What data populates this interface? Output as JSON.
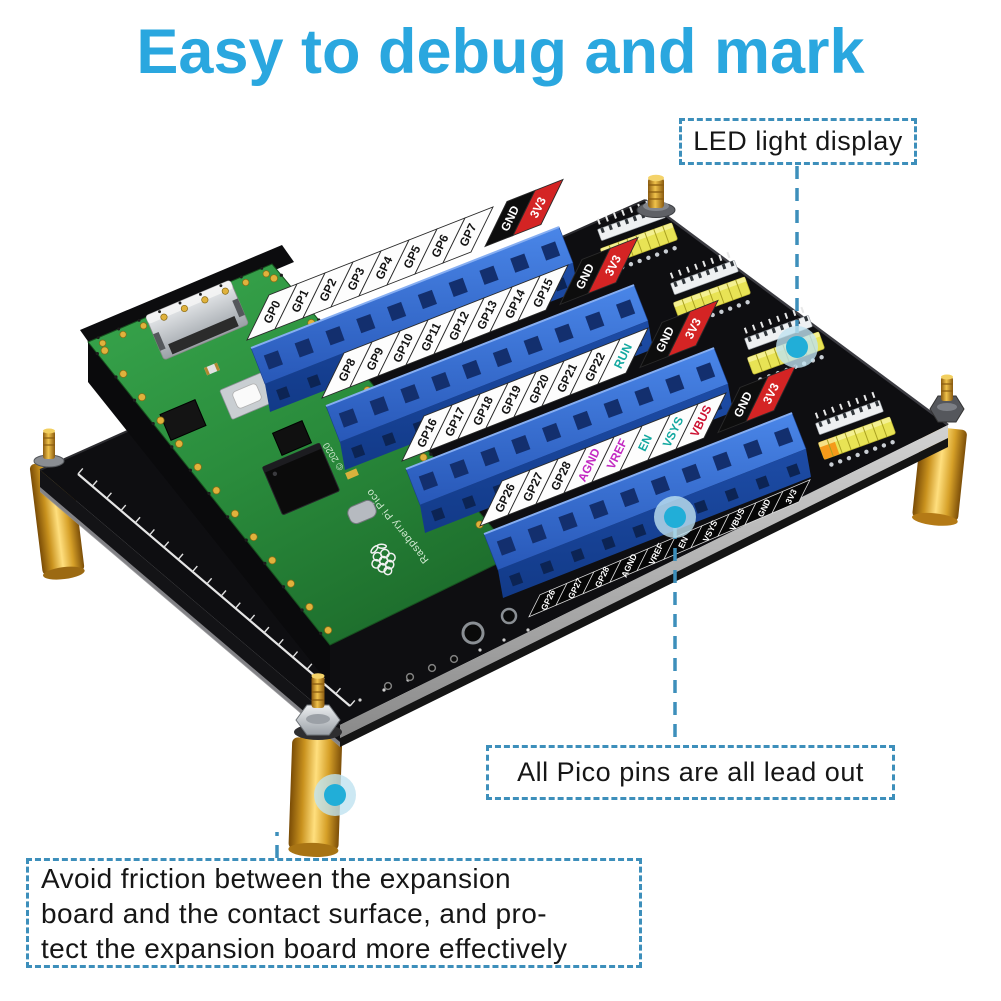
{
  "title": {
    "text": "Easy to debug and mark",
    "color": "#2aa7df"
  },
  "callouts": {
    "led_label": "LED light display",
    "pins_label": "All Pico pins are all lead out",
    "bottom_note_lines": [
      "Avoid friction between the expansion",
      "board and the contact surface, and pro-",
      "tect the expansion board more effectively"
    ]
  },
  "board": {
    "pico_silkscreen": "Raspberry Pi Pico",
    "pico_year": "© 2020",
    "terminal_rows": [
      {
        "name": "row-gp0-gp7",
        "labels": [
          {
            "t": "GP0"
          },
          {
            "t": "GP1"
          },
          {
            "t": "GP2"
          },
          {
            "t": "GP3"
          },
          {
            "t": "GP4"
          },
          {
            "t": "GP5"
          },
          {
            "t": "GP6"
          },
          {
            "t": "GP7"
          },
          {
            "t": "GND",
            "bg": "#0d0d0d",
            "fg": "#ffffff",
            "gap": true
          },
          {
            "t": "3V3",
            "bg": "#d42424",
            "fg": "#ffffff"
          }
        ]
      },
      {
        "name": "row-gp8-gp15",
        "labels": [
          {
            "t": "GP8"
          },
          {
            "t": "GP9"
          },
          {
            "t": "GP10"
          },
          {
            "t": "GP11"
          },
          {
            "t": "GP12"
          },
          {
            "t": "GP13"
          },
          {
            "t": "GP14"
          },
          {
            "t": "GP15"
          },
          {
            "t": "GND",
            "bg": "#0d0d0d",
            "fg": "#ffffff",
            "gap": true
          },
          {
            "t": "3V3",
            "bg": "#d42424",
            "fg": "#ffffff"
          }
        ]
      },
      {
        "name": "row-gp16-gp22",
        "labels": [
          {
            "t": "GP16"
          },
          {
            "t": "GP17"
          },
          {
            "t": "GP18"
          },
          {
            "t": "GP19"
          },
          {
            "t": "GP20"
          },
          {
            "t": "GP21"
          },
          {
            "t": "GP22"
          },
          {
            "t": "RUN",
            "fg": "#12a8a0"
          },
          {
            "t": "GND",
            "bg": "#0d0d0d",
            "fg": "#ffffff",
            "gap": true
          },
          {
            "t": "3V3",
            "bg": "#d42424",
            "fg": "#ffffff"
          }
        ]
      },
      {
        "name": "row-gp26-power",
        "labels": [
          {
            "t": "GP26"
          },
          {
            "t": "GP27"
          },
          {
            "t": "GP28"
          },
          {
            "t": "AGND",
            "fg": "#c228c2"
          },
          {
            "t": "VREF",
            "fg": "#c228c2"
          },
          {
            "t": "EN",
            "fg": "#12a8a0"
          },
          {
            "t": "VSYS",
            "fg": "#12a8a0"
          },
          {
            "t": "VBUS",
            "fg": "#cc1030"
          },
          {
            "t": "GND",
            "bg": "#0d0d0d",
            "fg": "#ffffff",
            "gap": true
          },
          {
            "t": "3V3",
            "bg": "#d42424",
            "fg": "#ffffff"
          }
        ]
      }
    ],
    "front_edge_labels": [
      "GP26",
      "GP27",
      "GP28",
      "AGND",
      "VREF",
      "EN",
      "VSYS",
      "VBUS",
      "GND",
      "3V3"
    ]
  },
  "colors": {
    "title_blue": "#2aa7df",
    "callout_border_blue": "#3d8fbb",
    "highlight_cyan": "#21aed8",
    "pcb_black": "#0e0e11",
    "terminal_block_blue": "#2b62cc",
    "pico_green": "#2e9444",
    "standoff_gold": "#d89a26",
    "led_yellow": "#e8e355",
    "power_red": "#d42424",
    "gnd_black": "#0d0d0d",
    "run_teal": "#12a8a0",
    "adc_magenta": "#c228c2",
    "vbus_red": "#cc1030"
  }
}
